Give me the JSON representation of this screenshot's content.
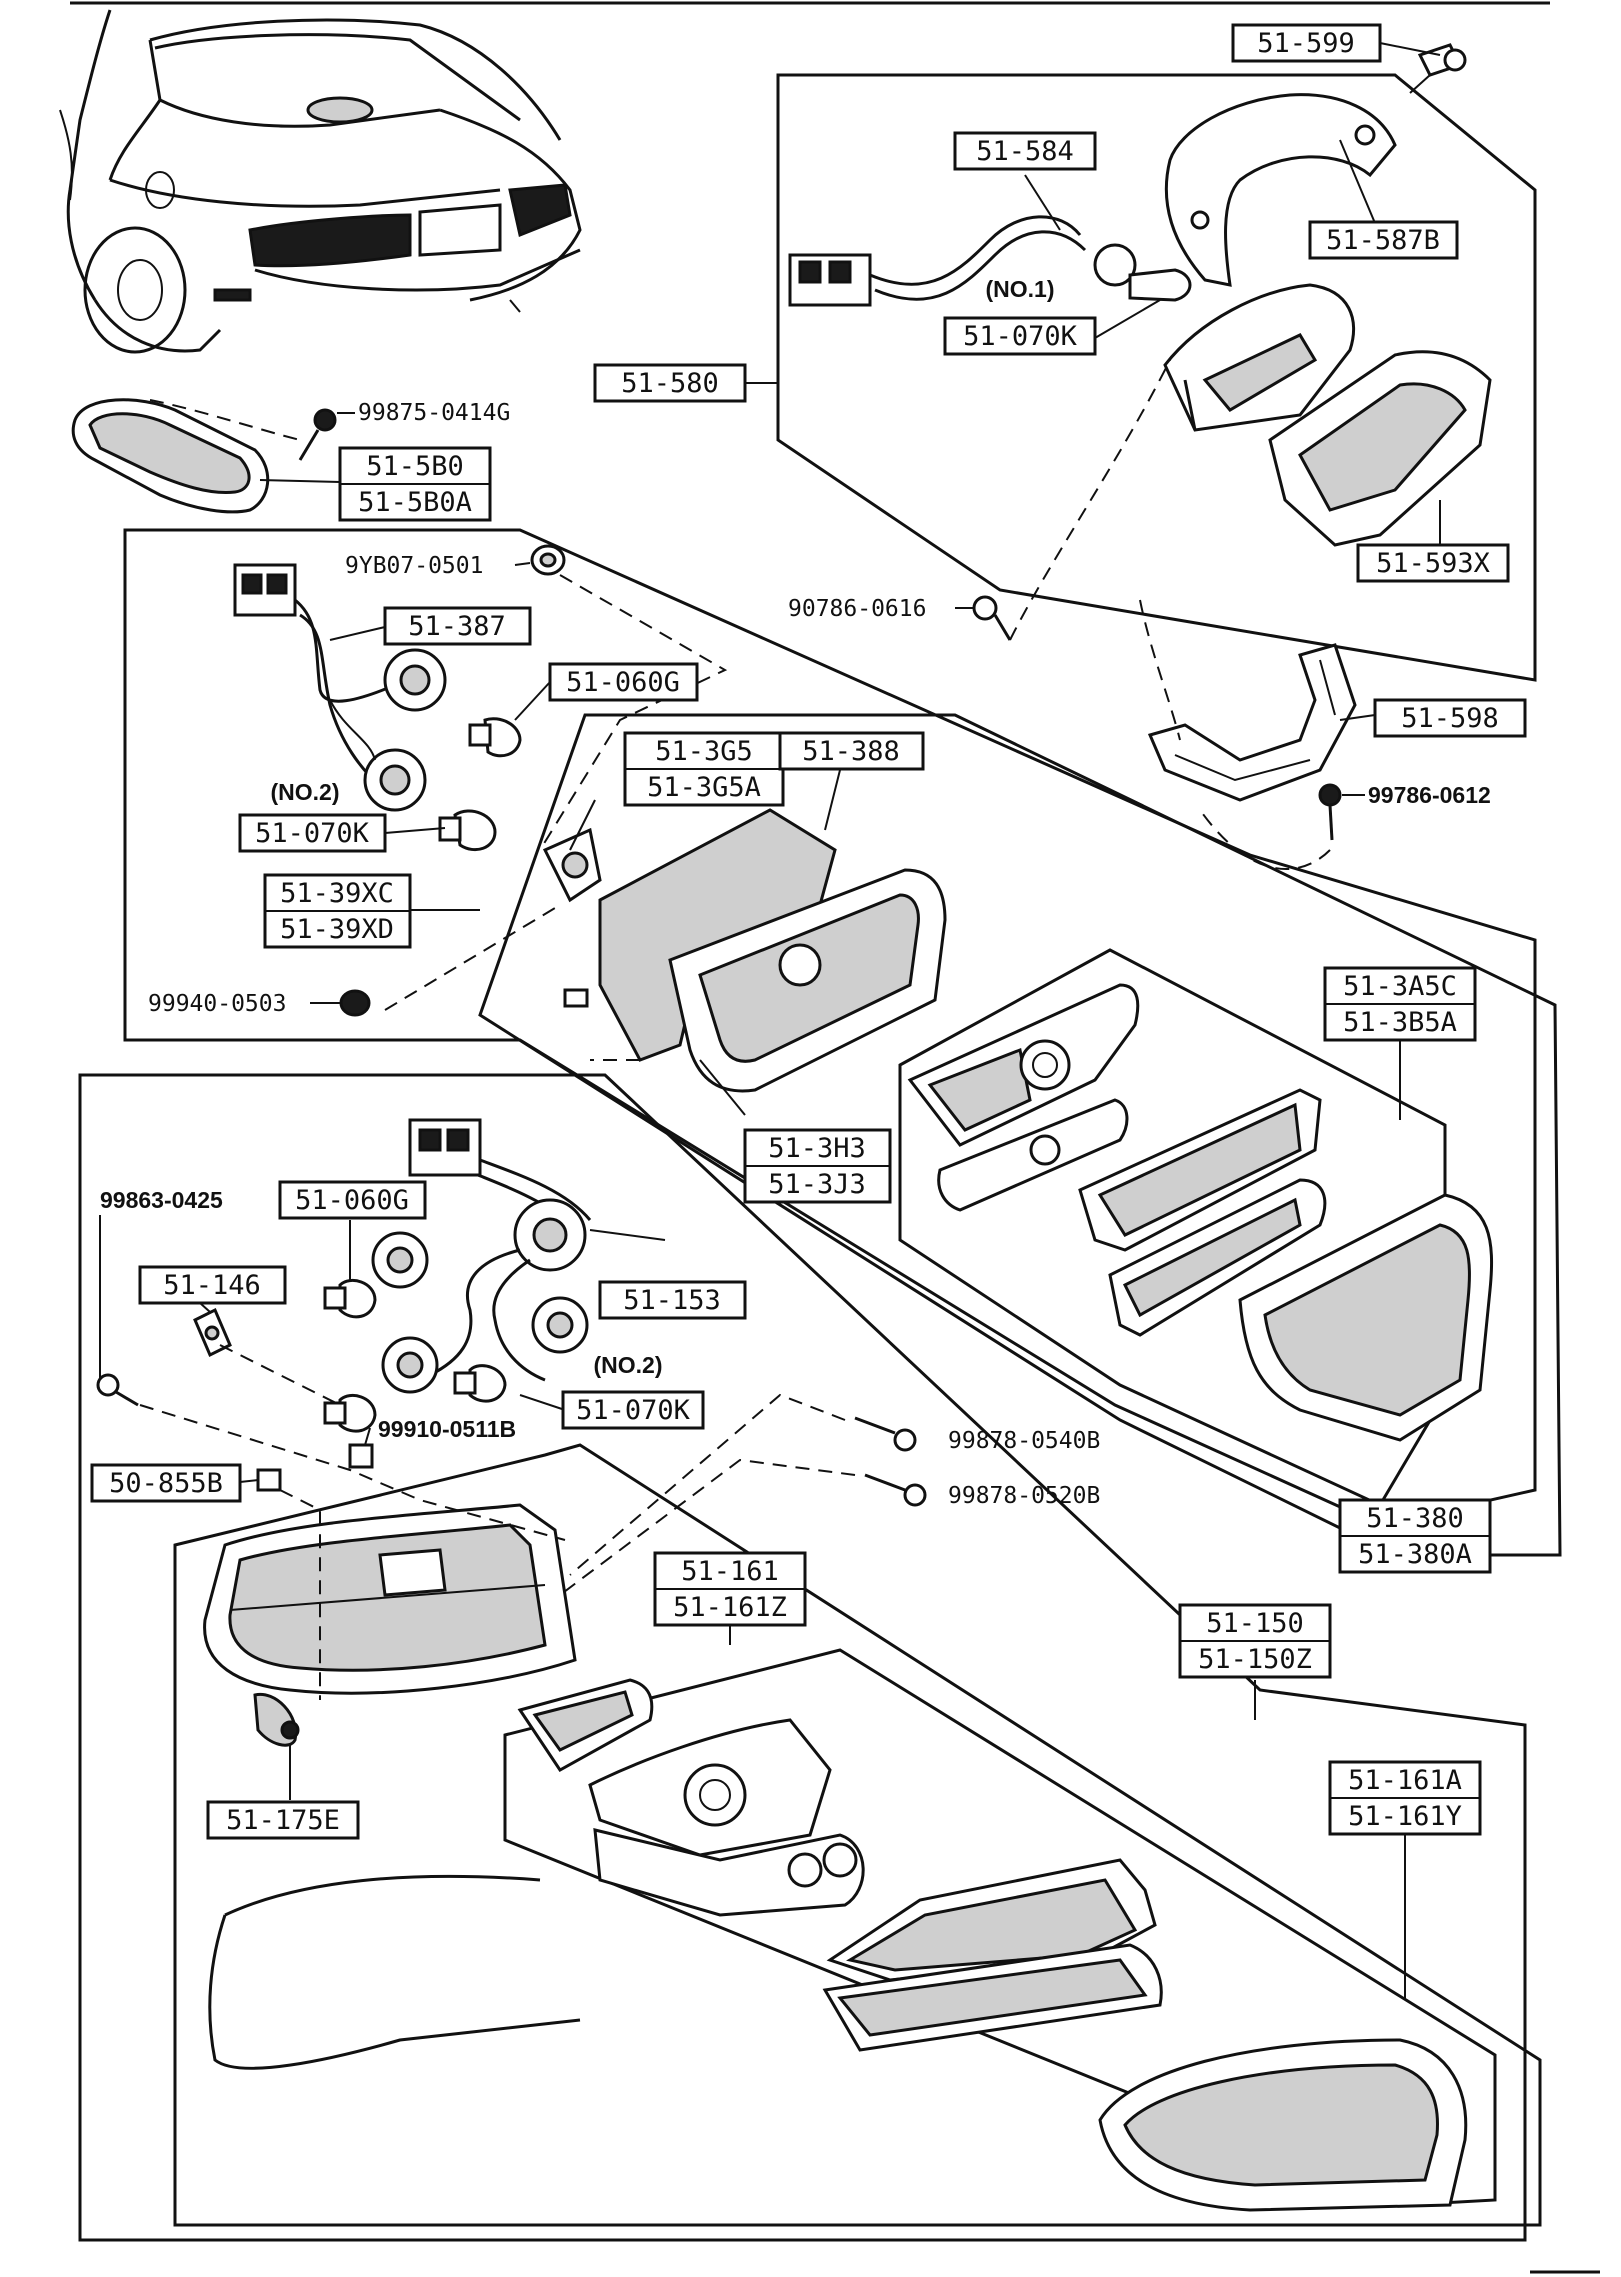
{
  "labels": {
    "p51_599": "51-599",
    "p51_584": "51-584",
    "p51_587B": "51-587B",
    "no1": "(NO.1)",
    "p51_070K_a": "51-070K",
    "p51_580": "51-580",
    "p51_593X": "51-593X",
    "n99875_0414G": "99875-0414G",
    "p51_5B0": "51-5B0",
    "p51_5B0A": "51-5B0A",
    "n9YB07_0501": "9YB07-0501",
    "p51_387": "51-387",
    "p51_060G_a": "51-060G",
    "n90786_0616": "90786-0616",
    "p51_598": "51-598",
    "p51_3G5": "51-3G5",
    "p51_3G5A": "51-3G5A",
    "p51_388": "51-388",
    "no2_a": "(NO.2)",
    "p51_070K_b": "51-070K",
    "n99786_0612": "99786-0612",
    "p51_39XC": "51-39XC",
    "p51_39XD": "51-39XD",
    "n99940_0503": "99940-0503",
    "p51_3A5C": "51-3A5C",
    "p51_3B5A": "51-3B5A",
    "p51_3H3": "51-3H3",
    "p51_3J3": "51-3J3",
    "n99863_0425": "99863-0425",
    "p51_060G_b": "51-060G",
    "p51_146": "51-146",
    "p51_153": "51-153",
    "no2_b": "(NO.2)",
    "p51_070K_c": "51-070K",
    "n99910_0511B": "99910-0511B",
    "n99878_0540B": "99878-0540B",
    "n99878_0520B": "99878-0520B",
    "p50_855B": "50-855B",
    "p51_380": "51-380",
    "p51_380A": "51-380A",
    "p51_161": "51-161",
    "p51_161Z": "51-161Z",
    "p51_150": "51-150",
    "p51_150Z": "51-150Z",
    "p51_161A": "51-161A",
    "p51_161Y": "51-161Y",
    "p51_175E": "51-175E"
  }
}
